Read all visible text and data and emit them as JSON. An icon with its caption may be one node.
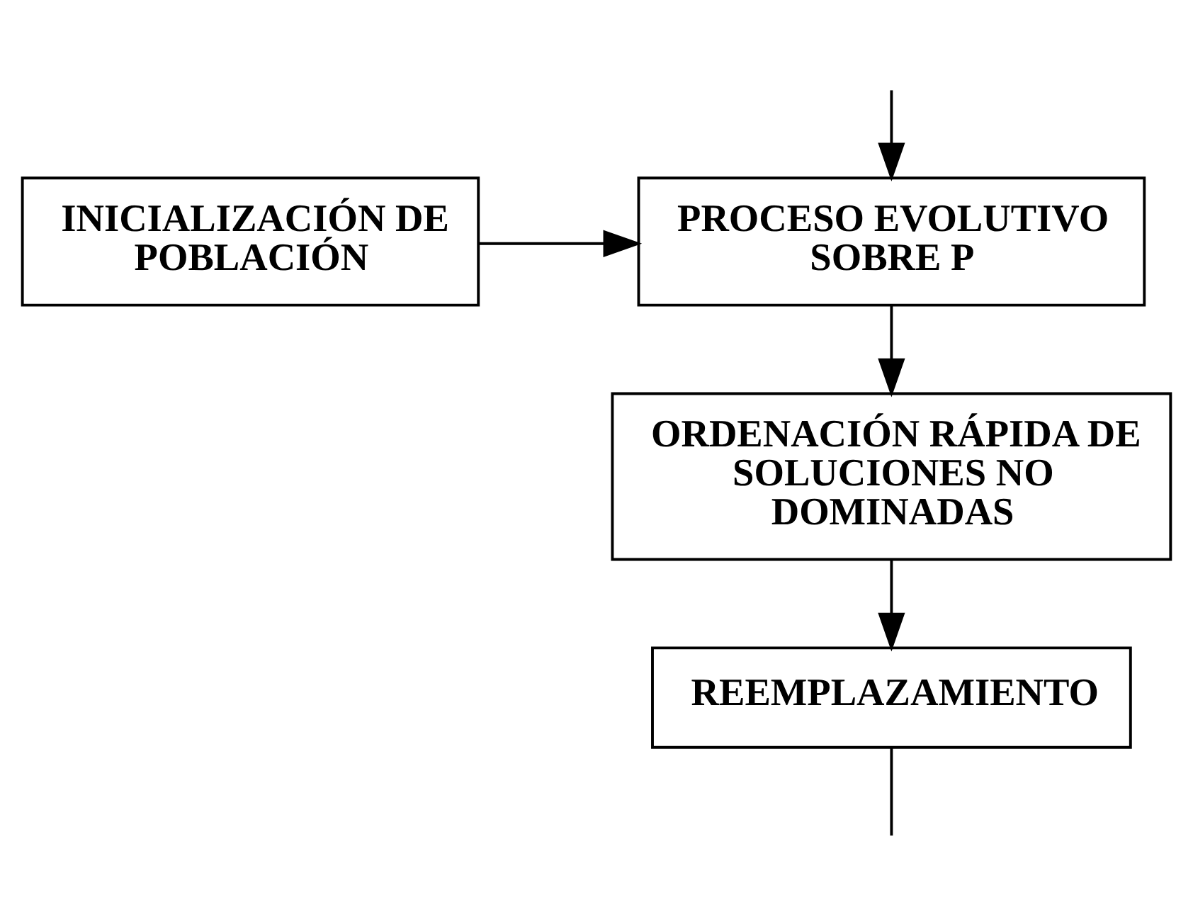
{
  "diagram": {
    "nodes": [
      {
        "text": [
          "INICIALIZACIÓN DE POBLACIÓN"
        ]
      },
      {
        "text": [
          "PROCESO EVOLUTIVO SOBRE P"
        ]
      },
      {
        "text": [
          "ORDENACIÓN RÁPIDA DE SOLUCIONES NO DOMINADAS"
        ]
      },
      {
        "text": [
          "REEMPLAZAMIENTO"
        ]
      }
    ],
    "edges": [
      {
        "from": null,
        "to": 1,
        "arrow": "to"
      },
      {
        "from": 0,
        "to": 1,
        "arrow": "to"
      },
      {
        "from": 1,
        "to": 2,
        "arrow": "to"
      },
      {
        "from": 2,
        "to": 3,
        "arrow": "to"
      },
      {
        "from": 3,
        "to": null,
        "arrow": "none"
      }
    ]
  }
}
